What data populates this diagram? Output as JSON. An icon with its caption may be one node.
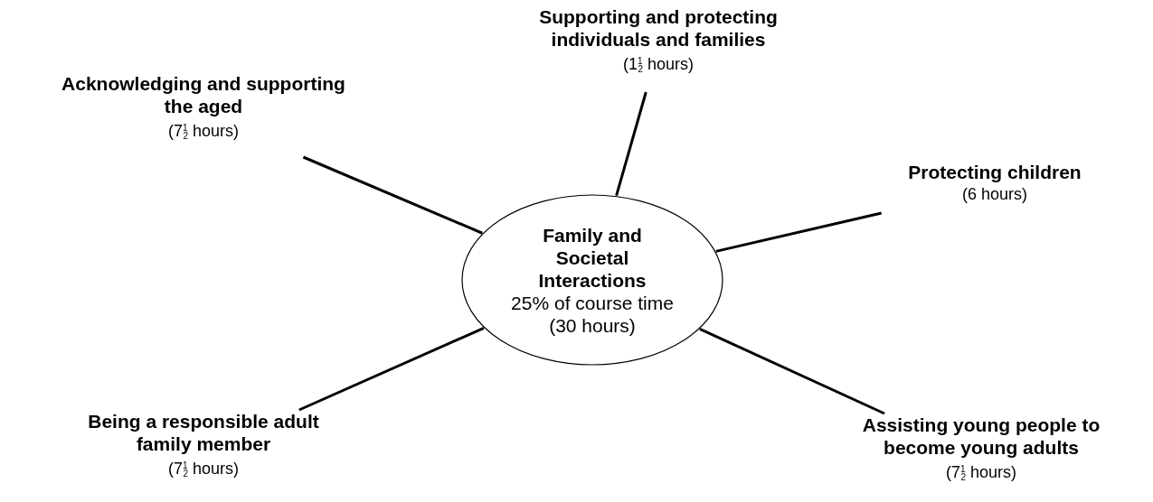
{
  "diagram": {
    "nodes": [
      {
        "text": [
          "Family and Societal Interactions",
          "25% of course time (30 hours)"
        ]
      },
      {
        "text": [
          "Supporting and protecting individuals and families",
          "(1$^{1}$$_{2}$ hours)"
        ]
      },
      {
        "text": [
          "Acknowledging and supporting the aged",
          "(7$^{1}$$_{2}$ hours)"
        ]
      },
      {
        "text": [
          "Protecting children",
          "(6 hours)"
        ]
      },
      {
        "text": [
          "Being a responsible adult family member",
          "(7$^{1}$$_{2}$ hours)"
        ]
      },
      {
        "text": [
          "Assisting young people to become young adults",
          "(7$^{1}$$_{2}$ hours)"
        ]
      }
    ],
    "edges": [
      {
        "from": 0,
        "to": 1,
        "arrow": "none"
      },
      {
        "from": 0,
        "to": 2,
        "arrow": "none"
      },
      {
        "from": 0,
        "to": 3,
        "arrow": "none"
      },
      {
        "from": 0,
        "to": 4,
        "arrow": "none"
      },
      {
        "from": 0,
        "to": 5,
        "arrow": "none"
      }
    ]
  }
}
